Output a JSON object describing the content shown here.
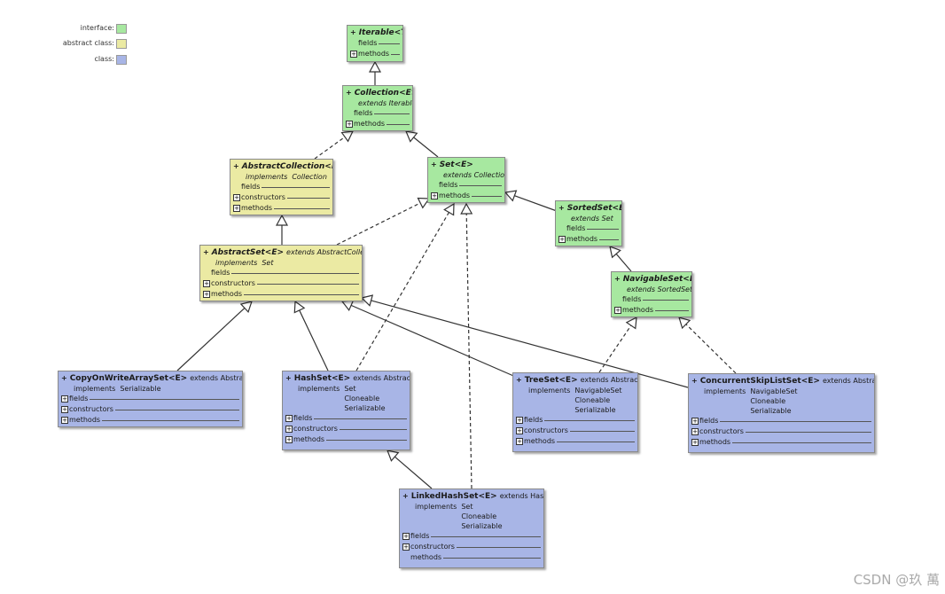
{
  "legend": [
    {
      "label": "interface:",
      "color": "#a7e8a0"
    },
    {
      "label": "abstract class:",
      "color": "#ebeaa3"
    },
    {
      "label": "class:",
      "color": "#a8b5e6"
    }
  ],
  "nodes": [
    {
      "id": "iterable",
      "kind": "interface",
      "name": "Iterable<T>",
      "extends": "",
      "implements_kw": "",
      "implements": [],
      "sections": [
        {
          "label": "fields",
          "expandable": false
        },
        {
          "label": "methods",
          "expandable": true
        }
      ]
    },
    {
      "id": "collection",
      "kind": "interface",
      "name": "Collection<E>",
      "extends": "extends  Iterable",
      "implements_kw": "",
      "implements": [],
      "sections": [
        {
          "label": "fields",
          "expandable": false
        },
        {
          "label": "methods",
          "expandable": true
        }
      ]
    },
    {
      "id": "abstractcollection",
      "kind": "abstract",
      "name": "AbstractCollection<E>",
      "extends": "",
      "implements_kw": "implements",
      "implements": [
        "Collection"
      ],
      "sections": [
        {
          "label": "fields",
          "expandable": false
        },
        {
          "label": "constructors",
          "expandable": true
        },
        {
          "label": "methods",
          "expandable": true
        }
      ]
    },
    {
      "id": "set",
      "kind": "interface",
      "name": "Set<E>",
      "extends": "extends  Collection",
      "implements_kw": "",
      "implements": [],
      "sections": [
        {
          "label": "fields",
          "expandable": false
        },
        {
          "label": "methods",
          "expandable": true
        }
      ]
    },
    {
      "id": "sortedset",
      "kind": "interface",
      "name": "SortedSet<E>",
      "extends": "extends  Set",
      "implements_kw": "",
      "implements": [],
      "sections": [
        {
          "label": "fields",
          "expandable": false
        },
        {
          "label": "methods",
          "expandable": true
        }
      ]
    },
    {
      "id": "navigableset",
      "kind": "interface",
      "name": "NavigableSet<E>",
      "extends": "extends  SortedSet",
      "implements_kw": "",
      "implements": [],
      "sections": [
        {
          "label": "fields",
          "expandable": false
        },
        {
          "label": "methods",
          "expandable": true
        }
      ]
    },
    {
      "id": "abstractset",
      "kind": "abstract",
      "name": "AbstractSet<E>",
      "extends": "extends AbstractCollection",
      "implements_kw": "implements",
      "implements": [
        "Set"
      ],
      "sections": [
        {
          "label": "fields",
          "expandable": false
        },
        {
          "label": "constructors",
          "expandable": true
        },
        {
          "label": "methods",
          "expandable": true
        }
      ]
    },
    {
      "id": "cowas",
      "kind": "class",
      "name": "CopyOnWriteArraySet<E>",
      "extends": "extends AbstractSet",
      "implements_kw": "implements",
      "implements": [
        "Serializable"
      ],
      "sections": [
        {
          "label": "fields",
          "expandable": true
        },
        {
          "label": "constructors",
          "expandable": true
        },
        {
          "label": "methods",
          "expandable": true
        }
      ]
    },
    {
      "id": "hashset",
      "kind": "class",
      "name": "HashSet<E>",
      "extends": "extends AbstractSet",
      "implements_kw": "implements",
      "implements": [
        "Set",
        "Cloneable",
        "Serializable"
      ],
      "sections": [
        {
          "label": "fields",
          "expandable": true
        },
        {
          "label": "constructors",
          "expandable": true
        },
        {
          "label": "methods",
          "expandable": true
        }
      ]
    },
    {
      "id": "treeset",
      "kind": "class",
      "name": "TreeSet<E>",
      "extends": "extends AbstractSet",
      "implements_kw": "implements",
      "implements": [
        "NavigableSet",
        "Cloneable",
        "Serializable"
      ],
      "sections": [
        {
          "label": "fields",
          "expandable": true
        },
        {
          "label": "constructors",
          "expandable": true
        },
        {
          "label": "methods",
          "expandable": true
        }
      ]
    },
    {
      "id": "cslss",
      "kind": "class",
      "name": "ConcurrentSkipListSet<E>",
      "extends": "extends AbstractSet",
      "implements_kw": "implements",
      "implements": [
        "NavigableSet",
        "Cloneable",
        "Serializable"
      ],
      "sections": [
        {
          "label": "fields",
          "expandable": true
        },
        {
          "label": "constructors",
          "expandable": true
        },
        {
          "label": "methods",
          "expandable": true
        }
      ]
    },
    {
      "id": "linkedhashset",
      "kind": "class",
      "name": "LinkedHashSet<E>",
      "extends": "extends HashSet",
      "implements_kw": "implements",
      "implements": [
        "Set",
        "Cloneable",
        "Serializable"
      ],
      "sections": [
        {
          "label": "fields",
          "expandable": true
        },
        {
          "label": "constructors",
          "expandable": true
        },
        {
          "label": "methods",
          "expandable": false
        }
      ]
    }
  ],
  "edges": [
    {
      "from": "collection",
      "to": "iterable",
      "style": "solid"
    },
    {
      "from": "abstractcollection",
      "to": "collection",
      "style": "dashed"
    },
    {
      "from": "set",
      "to": "collection",
      "style": "solid"
    },
    {
      "from": "abstractset",
      "to": "abstractcollection",
      "style": "solid"
    },
    {
      "from": "abstractset",
      "to": "set",
      "style": "dashed"
    },
    {
      "from": "sortedset",
      "to": "set",
      "style": "solid"
    },
    {
      "from": "navigableset",
      "to": "sortedset",
      "style": "solid"
    },
    {
      "from": "cowas",
      "to": "abstractset",
      "style": "solid"
    },
    {
      "from": "hashset",
      "to": "abstractset",
      "style": "solid"
    },
    {
      "from": "treeset",
      "to": "abstractset",
      "style": "solid"
    },
    {
      "from": "cslss",
      "to": "abstractset",
      "style": "solid"
    },
    {
      "from": "hashset",
      "to": "set",
      "style": "dashed"
    },
    {
      "from": "linkedhashset",
      "to": "set",
      "style": "dashed"
    },
    {
      "from": "linkedhashset",
      "to": "hashset",
      "style": "solid"
    },
    {
      "from": "treeset",
      "to": "navigableset",
      "style": "dashed"
    },
    {
      "from": "cslss",
      "to": "navigableset",
      "style": "dashed"
    }
  ],
  "watermark": "CSDN @玖 萬"
}
